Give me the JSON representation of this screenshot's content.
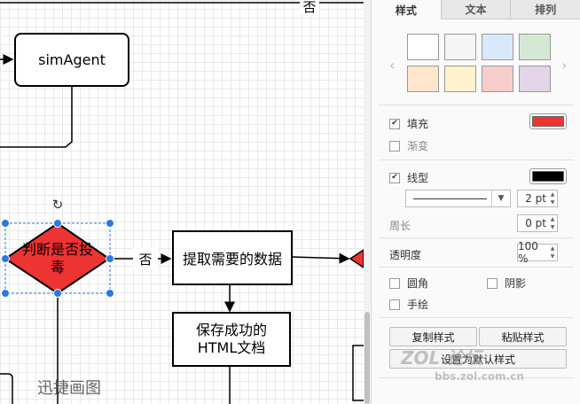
{
  "canvas": {
    "top_edge_label": "否",
    "node_simagent": "simAgent",
    "node_decision": "判断是否投毒",
    "edge_no_label": "否",
    "node_extract": "提取需要的数据",
    "node_save": "保存成功的HTML文档",
    "watermark": "迅捷画图"
  },
  "panel": {
    "tabs": [
      "样式",
      "文本",
      "排列"
    ],
    "palette": [
      "#ffffff",
      "#f5f5f5",
      "#dae8fc",
      "#d5e8d4",
      "#ffe6cc",
      "#fff2cc",
      "#f8cecc",
      "#e1d5e7"
    ],
    "fill_label": "填充",
    "fill_color": "#ee3333",
    "gradient_label": "渐变",
    "line_label": "线型",
    "line_color": "#000000",
    "line_width": "2 pt",
    "perimeter_label": "周长",
    "perimeter_value": "0 pt",
    "opacity_label": "透明度",
    "opacity_value": "100 %",
    "rounded_label": "圆角",
    "shadow_label": "阴影",
    "sketch_label": "手绘",
    "copy_style": "复制样式",
    "paste_style": "粘贴样式",
    "set_default": "设置为默认样式"
  },
  "overlay_watermark": "ZOL 论坛",
  "overlay_url": "bbs.zol.com.cn"
}
